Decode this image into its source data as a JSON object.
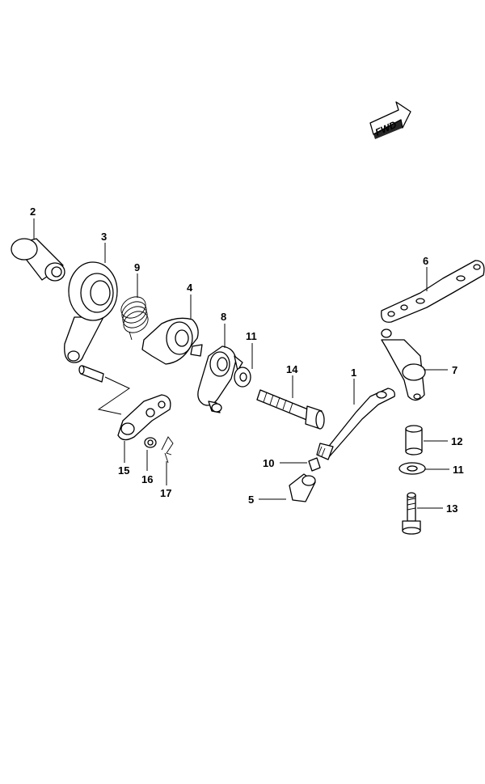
{
  "fwd_badge": "FWD",
  "callouts": [
    {
      "id": "c1",
      "number": "1"
    },
    {
      "id": "c2",
      "number": "2"
    },
    {
      "id": "c3",
      "number": "3"
    },
    {
      "id": "c4",
      "number": "4"
    },
    {
      "id": "c5",
      "number": "5"
    },
    {
      "id": "c6",
      "number": "6"
    },
    {
      "id": "c7",
      "number": "7"
    },
    {
      "id": "c8",
      "number": "8"
    },
    {
      "id": "c9",
      "number": "9"
    },
    {
      "id": "c10",
      "number": "10"
    },
    {
      "id": "c11a",
      "number": "11"
    },
    {
      "id": "c11b",
      "number": "11"
    },
    {
      "id": "c12",
      "number": "12"
    },
    {
      "id": "c13",
      "number": "13"
    },
    {
      "id": "c14",
      "number": "14"
    },
    {
      "id": "c15",
      "number": "15"
    },
    {
      "id": "c16",
      "number": "16"
    },
    {
      "id": "c17",
      "number": "17"
    }
  ]
}
